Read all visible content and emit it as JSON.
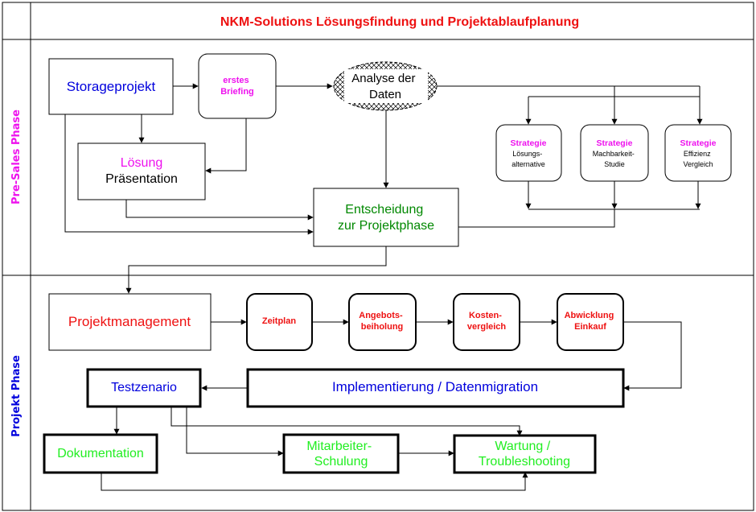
{
  "title": "NKM-Solutions Lösungsfindung und Projektablaufplanung",
  "colors": {
    "red": "#ee1111",
    "magenta": "#ee11ee",
    "blue": "#0000dd",
    "green": "#008800",
    "light_green": "#22ee22"
  },
  "phases": {
    "pre_sales": "Pre-Sales Phase",
    "projekt": "Projekt  Phase"
  },
  "nodes": {
    "storageprojekt": "Storageprojekt",
    "erstes_briefing": [
      "erstes",
      "Briefing"
    ],
    "analyse": [
      "Analyse der",
      "Daten"
    ],
    "loesung": "Lösung",
    "praesentation": "Präsentation",
    "entscheidung": [
      "Entscheidung",
      "zur Projektphase"
    ],
    "strategie_1": {
      "title": "Strategie",
      "lines": [
        "Lösungs-",
        "alternative"
      ]
    },
    "strategie_2": {
      "title": "Strategie",
      "lines": [
        "Machbarkeit-",
        "Studie"
      ]
    },
    "strategie_3": {
      "title": "Strategie",
      "lines": [
        "Effizienz",
        "Vergleich"
      ]
    },
    "projektmanagement": "Projektmanagement",
    "zeitplan": "Zeitplan",
    "angebotsbeholung": [
      "Angebots-",
      "beiholung"
    ],
    "kostenvergleich": [
      "Kosten-",
      "vergleich"
    ],
    "abwicklung": [
      "Abwicklung",
      "Einkauf"
    ],
    "testzenario": "Testzenario",
    "implementierung": "Implementierung / Datenmigration",
    "dokumentation": "Dokumentation",
    "schulung": [
      "Mitarbeiter-",
      "Schulung"
    ],
    "wartung": [
      "Wartung /",
      "Troubleshooting"
    ]
  }
}
